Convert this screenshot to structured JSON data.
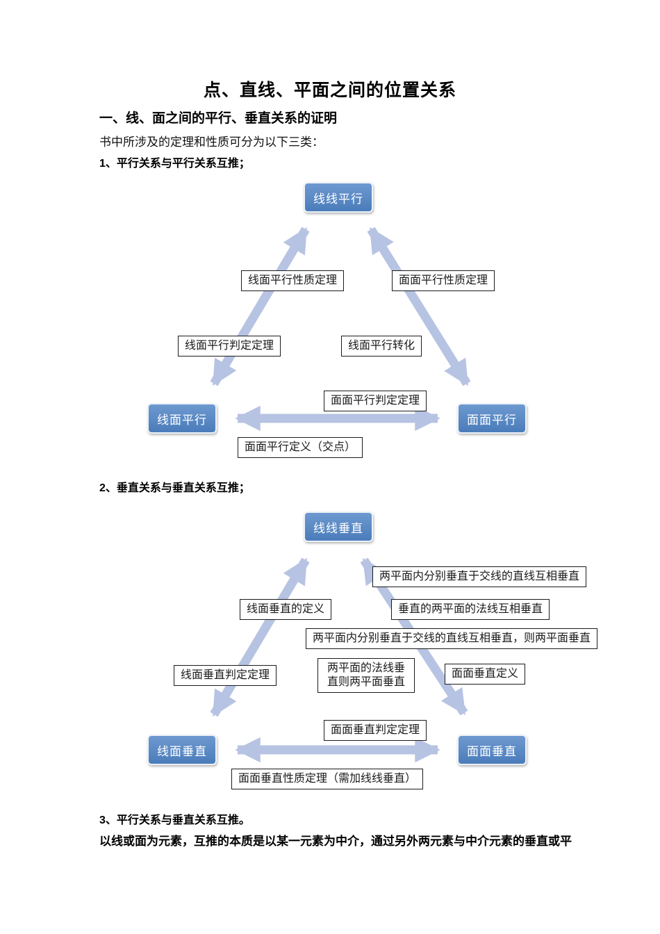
{
  "document": {
    "title": "点、直线、平面之间的位置关系",
    "heading": "一、线、面之间的平行、垂直关系的证明",
    "intro": "书中所涉及的定理和性质可分为以下三类：",
    "items": {
      "item1": "1、平行关系与平行关系互推；",
      "item2": "2、垂直关系与垂直关系互推；",
      "item3": "3、平行关系与垂直关系互推。"
    },
    "closing_line": "以线或面为元素，互推的本质是以某一元素为中介，通过另外两元素与中介元素的垂直或平"
  },
  "colors": {
    "node_fill": "#4f81bd",
    "node_fill_light": "#6e99d0",
    "arrow": "#b7c3e2",
    "label_border": "#1a1a1a"
  },
  "diagram_parallel": {
    "nodes": {
      "top": "线线平行",
      "left": "线面平行",
      "right": "面面平行"
    },
    "labels": {
      "line_plane_property": "线面平行性质定理",
      "plane_plane_property": "面面平行性质定理",
      "line_plane_judgment": "线面平行判定定理",
      "line_plane_transform": "线面平行转化",
      "plane_plane_judgment": "面面平行判定定理",
      "plane_plane_definition": "面面平行定义（交点）"
    }
  },
  "diagram_perpendicular": {
    "nodes": {
      "top": "线线垂直",
      "left": "线面垂直",
      "right": "面面垂直"
    },
    "labels": {
      "two_planes_lines_perp": "两平面内分别垂直于交线的直线互相垂直",
      "line_plane_definition": "线面垂直的定义",
      "normals_perp": "垂直的两平面的法线互相垂直",
      "two_planes_lines_perp_then": "两平面内分别垂直于交线的直线互相垂直，则两平面垂直",
      "line_plane_judgment": "线面垂直判定定理",
      "normals_perp_then": "两平面的法线垂直则两平面垂直",
      "plane_plane_definition": "面面垂直定义",
      "plane_plane_judgment": "面面垂直判定定理",
      "plane_plane_property": "面面垂直性质定理（需加线线垂直）"
    }
  }
}
